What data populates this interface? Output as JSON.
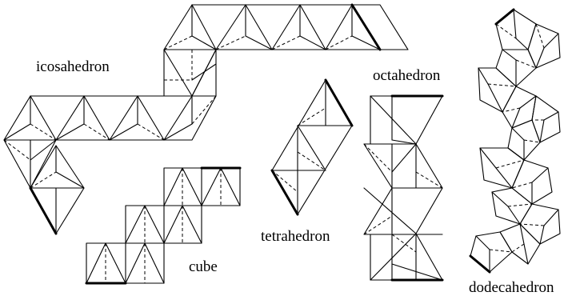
{
  "labels": {
    "icosahedron": "icosahedron",
    "octahedron": "octahedron",
    "tetrahedron": "tetrahedron",
    "cube": "cube",
    "dodecahedron": "dodecahedron"
  }
}
